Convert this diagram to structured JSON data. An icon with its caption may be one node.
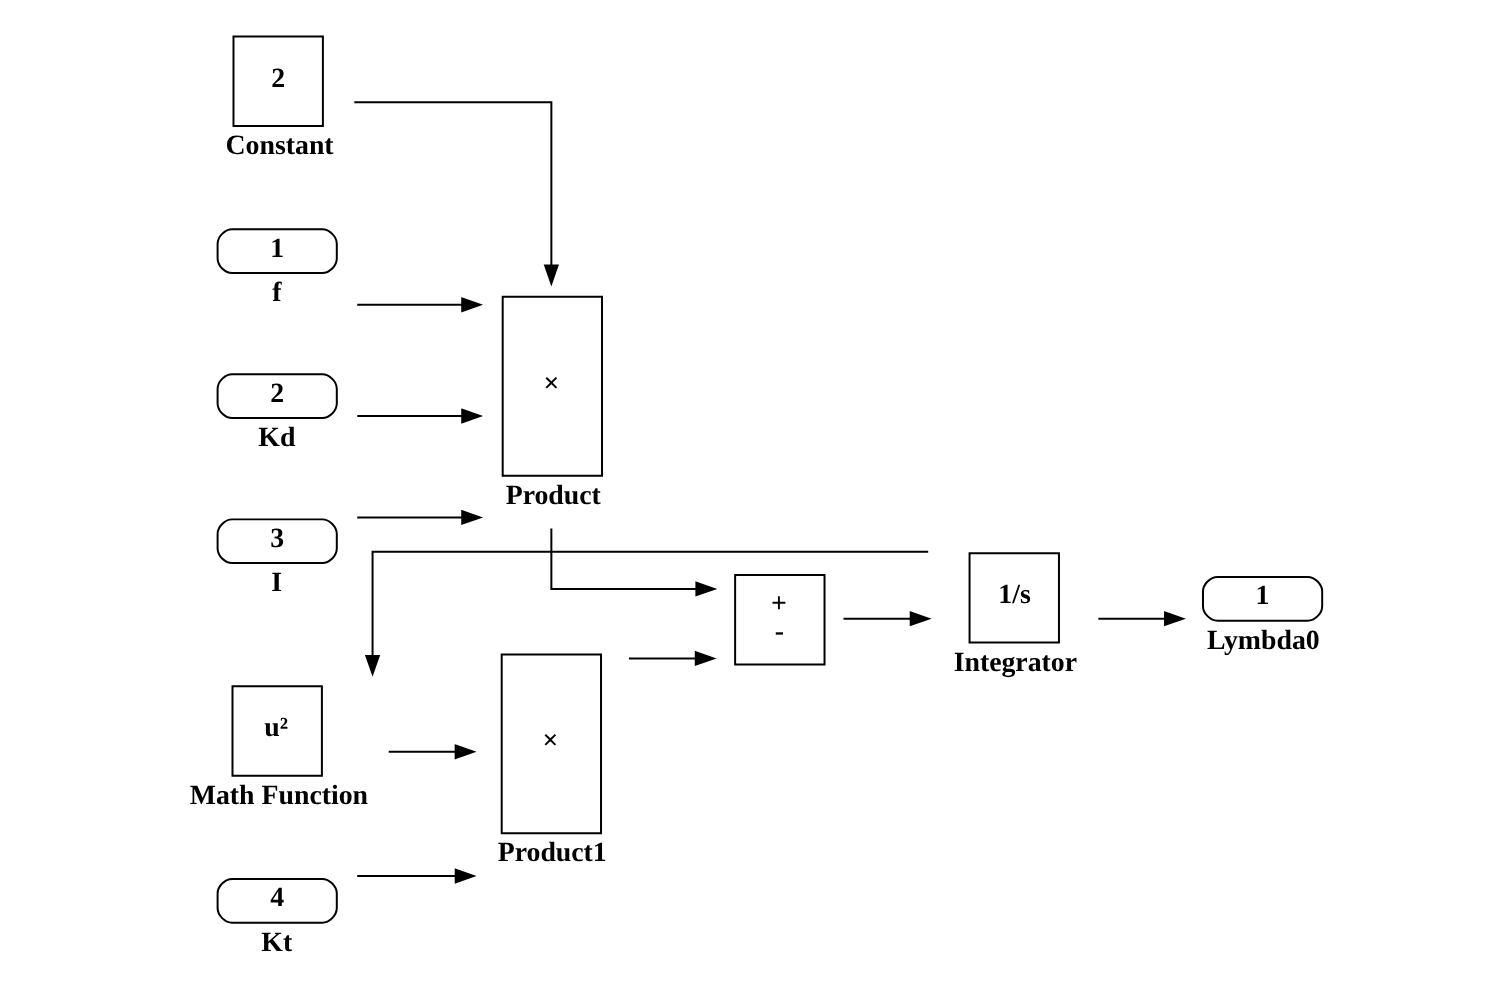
{
  "diagram": {
    "nodes": [
      {
        "text": [
          "2"
        ],
        "beside": [
          "Constant"
        ]
      },
      {
        "text": [
          "1"
        ],
        "beside": [
          "f"
        ]
      },
      {
        "text": [
          "2"
        ],
        "beside": [
          "Kd"
        ]
      },
      {
        "text": [
          "3"
        ],
        "beside": [
          "I"
        ]
      },
      {
        "text": [
          "4"
        ],
        "beside": [
          "Kt"
        ]
      },
      {
        "text": [
          "×"
        ],
        "beside": [
          "Product"
        ]
      },
      {
        "text": [
          "+",
          "-"
        ]
      },
      {
        "text": [
          "1/s"
        ],
        "beside": [
          "Integrator"
        ]
      },
      {
        "text": [
          "1"
        ],
        "beside": [
          "Lymbda0"
        ]
      },
      {
        "text": [
          "u²"
        ],
        "beside": [
          "Math Function"
        ]
      },
      {
        "text": [
          "×"
        ],
        "beside": [
          "Product1"
        ]
      }
    ],
    "edges": [
      {
        "from": 0,
        "to": 5,
        "arrow": "to"
      },
      {
        "from": 1,
        "to": 5,
        "arrow": "to"
      },
      {
        "from": 2,
        "to": 5,
        "arrow": "to"
      },
      {
        "from": 3,
        "to": 5,
        "arrow": "to"
      },
      {
        "from": 5,
        "to": 6,
        "arrow": "to"
      },
      {
        "from": 10,
        "to": 6,
        "arrow": "to"
      },
      {
        "from": 6,
        "to": 7,
        "arrow": "to"
      },
      {
        "from": 7,
        "to": 8,
        "arrow": "to"
      },
      {
        "from": 7,
        "to": 9,
        "arrow": "to"
      },
      {
        "from": 4,
        "to": 10,
        "arrow": "to"
      },
      {
        "from": 9,
        "to": 10,
        "arrow": "to"
      }
    ]
  }
}
